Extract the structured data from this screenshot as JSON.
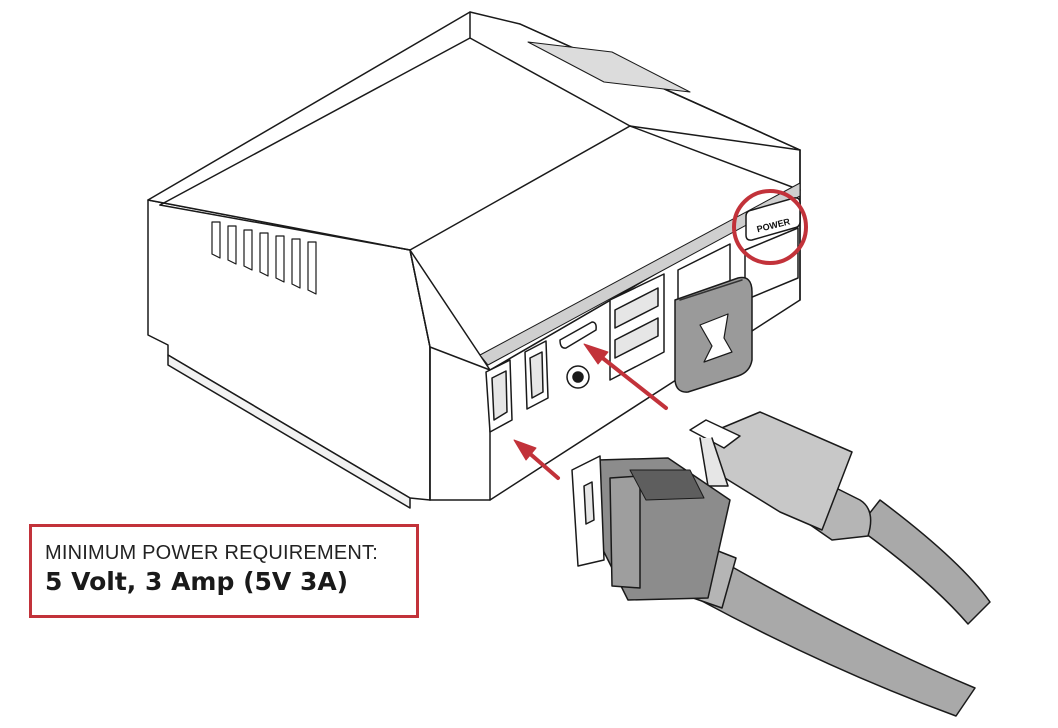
{
  "requirement": {
    "heading": "MINIMUM POWER REQUIREMENT:",
    "value": "5 Volt, 3 Amp (5V 3A)"
  },
  "power_button": {
    "label": "POWER"
  },
  "colors": {
    "accent": "#c2323a",
    "line": "#1a1a1a",
    "plug_fill": "#8c8c8c",
    "cable_fill": "#a9a9a9"
  },
  "icons": [
    "power-button-highlight-circle",
    "arrow-to-hdmi-port",
    "arrow-to-usb-c-port"
  ]
}
